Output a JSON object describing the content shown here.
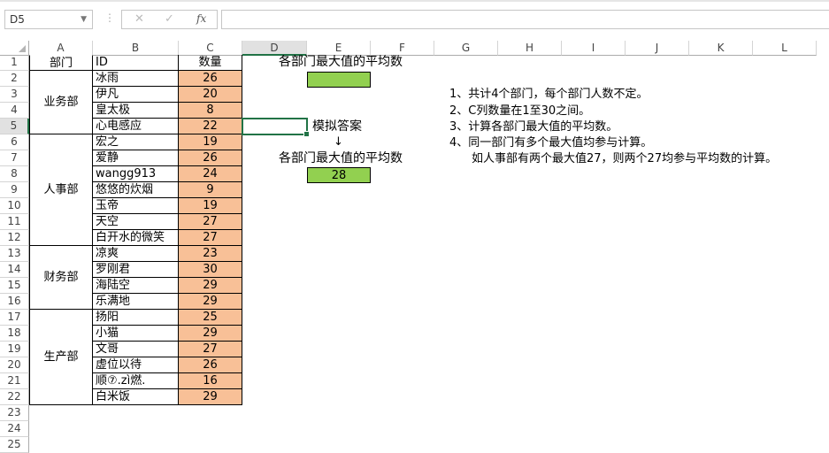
{
  "formula_bar": {
    "name_box": "D5",
    "cancel_icon": "✕",
    "enter_icon": "✓",
    "fx_label": "fx",
    "formula": ""
  },
  "columns": [
    "A",
    "B",
    "C",
    "D",
    "E",
    "F",
    "G",
    "H",
    "I",
    "J",
    "K",
    "L"
  ],
  "selected_cell": "D5",
  "header_row": {
    "dept": "部门",
    "id": "ID",
    "qty": "数量"
  },
  "departments": [
    {
      "name": "业务部",
      "rows": [
        [
          "冰雨",
          "26"
        ],
        [
          "伊凡",
          "20"
        ],
        [
          "皇太极",
          "8"
        ],
        [
          "心电感应",
          "22"
        ]
      ]
    },
    {
      "name": "人事部",
      "rows": [
        [
          "宏之",
          "19"
        ],
        [
          "爱静",
          "26"
        ],
        [
          "wangg913",
          "24"
        ],
        [
          "悠悠的炊烟",
          "9"
        ],
        [
          "玉帝",
          "19"
        ],
        [
          "天空",
          "27"
        ],
        [
          "白开水的微笑",
          "27"
        ]
      ]
    },
    {
      "name": "财务部",
      "rows": [
        [
          "凉爽",
          "23"
        ],
        [
          "罗刚君",
          "30"
        ],
        [
          "海陆空",
          "29"
        ],
        [
          "乐满地",
          "29"
        ]
      ]
    },
    {
      "name": "生产部",
      "rows": [
        [
          "扬阳",
          "25"
        ],
        [
          "小猫",
          "29"
        ],
        [
          "文哥",
          "27"
        ],
        [
          "虚位以待",
          "26"
        ],
        [
          "顺⑦.zì燃.",
          "16"
        ],
        [
          "白米饭",
          "29"
        ]
      ]
    }
  ],
  "answer_area": {
    "title1": "各部门最大值的平均数",
    "answer1": "",
    "sim_label": "模拟答案",
    "arrow": "↓",
    "title2": "各部门最大值的平均数",
    "answer2": "28"
  },
  "notes": [
    "1、共计4个部门，每个部门人数不定。",
    "2、C列数量在1至30之间。",
    "3、计算各部门最大值的平均数。",
    "4、同一部门有多个最大值均参与计算。",
    "　如人事部有两个最大值27，则两个27均参与平均数的计算。"
  ]
}
